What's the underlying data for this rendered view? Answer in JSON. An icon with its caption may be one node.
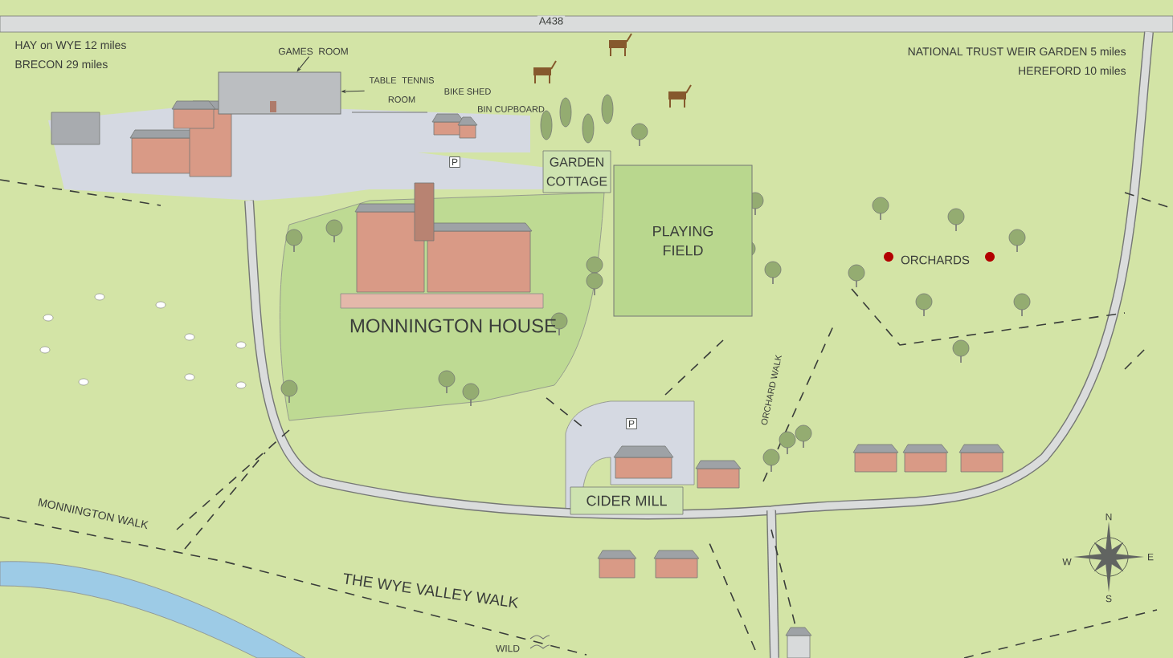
{
  "diagram": {
    "nodes": [
      {
        "text": [
          "GAMES ROOM"
        ]
      },
      {
        "text": [
          "TABLE TENNIS ROOM"
        ]
      },
      {
        "text": [],
        "shape": "box"
      },
      {
        "text": [
          "PLAYING FIELD"
        ]
      },
      {
        "text": [
          "GARDEN COTTAGE"
        ]
      },
      {
        "text": [
          "MONNINGTON HOUSE"
        ]
      },
      {
        "text": [
          "CIDER MILL"
        ]
      }
    ],
    "edges": [
      {
        "from": 0,
        "to": 2,
        "arrow": "to"
      },
      {
        "from": 1,
        "to": 2,
        "arrow": "to"
      }
    ],
    "labels": [
      "A438",
      "HAY on WYE 12 miles",
      "BRECON 29 miles",
      "BIKE SHED",
      "BIN CUPBOARD",
      "P",
      "NATIONAL TRUST WEIR GARDEN 5 miles",
      "HEREFORD 10 miles",
      "ORCHARDS",
      "ORCHARD WALK",
      "P",
      "MONNINGTON WALK",
      "THE WYE VALLEY WALK",
      "N",
      "W",
      "E",
      "S",
      "WILD"
    ]
  }
}
